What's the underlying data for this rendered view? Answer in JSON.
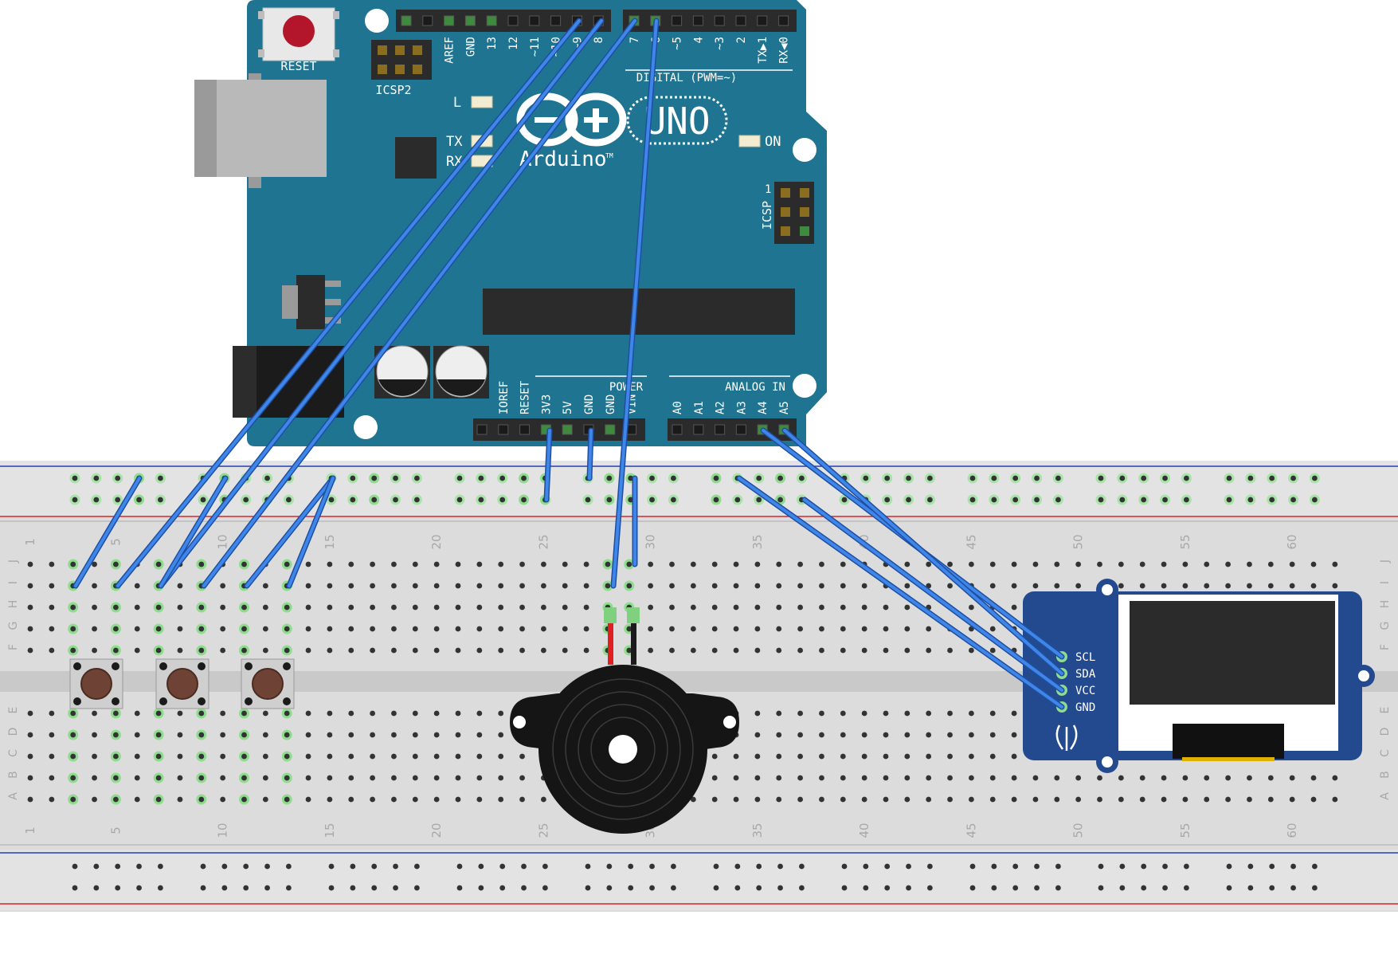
{
  "board": {
    "reset_label": "RESET",
    "icsp2_label": "ICSP2",
    "icsp_label": "ICSP",
    "icsp_pin1": "1",
    "led_l": "L",
    "led_tx": "TX",
    "led_rx": "RX",
    "led_on": "ON",
    "brand": "Arduino",
    "brand_tm": "TM",
    "model": "UNO",
    "digital_label": "DIGITAL (PWM=~)",
    "power_label": "POWER",
    "analog_label": "ANALOG IN",
    "top_pins": [
      "AREF",
      "GND",
      "13",
      "12",
      "~11",
      "~10",
      "~9",
      "8",
      "7",
      "~6",
      "~5",
      "4",
      "~3",
      "2",
      "TX▶1",
      "RX◀0"
    ],
    "power_pins": [
      "IOREF",
      "RESET",
      "3V3",
      "5V",
      "GND",
      "GND",
      "VIN"
    ],
    "analog_pins": [
      "A0",
      "A1",
      "A2",
      "A3",
      "A4",
      "A5"
    ]
  },
  "breadboard": {
    "column_labels": [
      "1",
      "5",
      "10",
      "15",
      "20",
      "25",
      "30",
      "35",
      "40",
      "45",
      "50",
      "55",
      "60"
    ],
    "row_labels_top": [
      "J",
      "I",
      "H",
      "G",
      "F"
    ],
    "row_labels_bottom": [
      "E",
      "D",
      "C",
      "B",
      "A"
    ]
  },
  "oled": {
    "pins": [
      "SCL",
      "SDA",
      "VCC",
      "GND"
    ]
  },
  "colors": {
    "board": "#1f7591",
    "wire": "#2f6fd6",
    "breadboard": "#dcdcdc",
    "oled_pcb": "#234a8f",
    "power_rail_red": "#d8242a",
    "power_rail_blue": "#2541b2"
  }
}
